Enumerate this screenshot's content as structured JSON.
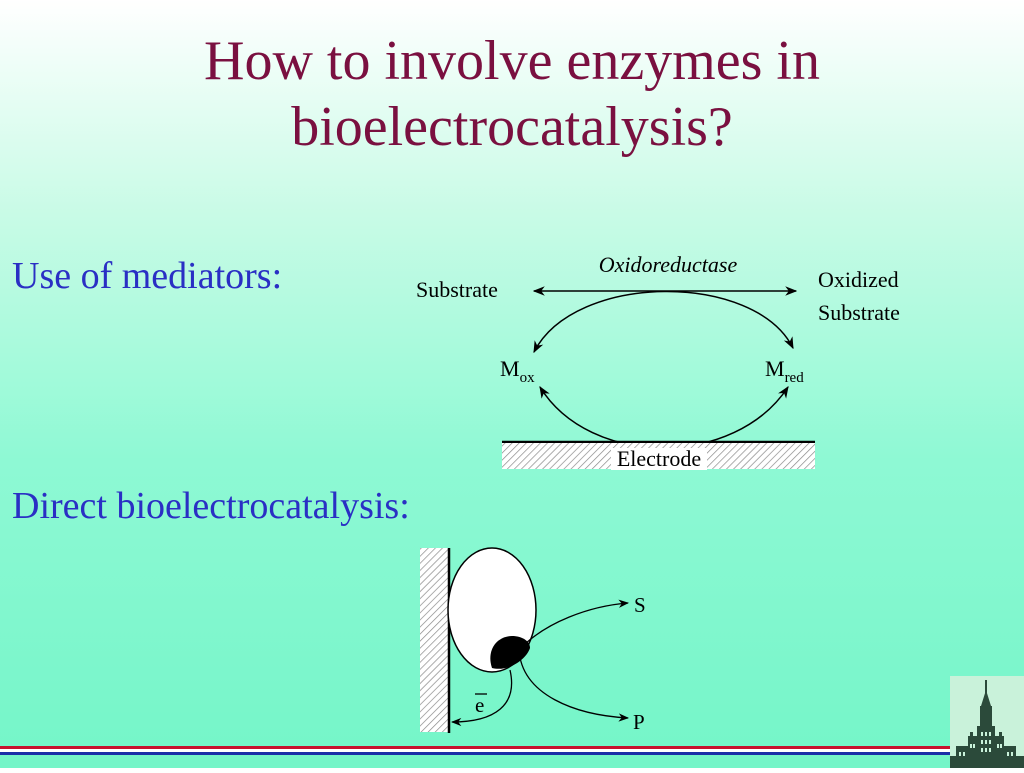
{
  "title": {
    "line1": "How to involve enzymes in",
    "line2": "bioelectrocatalysis?"
  },
  "sections": {
    "mediators": "Use of mediators:",
    "direct": "Direct bioelectrocatalysis:"
  },
  "mediator_scheme": {
    "enzyme": "Oxidoreductase",
    "substrate": "Substrate",
    "oxidized_line1": "Oxidized",
    "oxidized_line2": "Substrate",
    "m_ox_base": "M",
    "m_ox_sub": "ox",
    "m_red_base": "M",
    "m_red_sub": "red",
    "electrode": "Electrode"
  },
  "direct_scheme": {
    "substrate": "S",
    "product": "P",
    "electron": "e"
  },
  "colors": {
    "title": "#7a1040",
    "section_text": "#2a2fc4",
    "footer_red": "#c8102e",
    "footer_blue": "#1a2fa8"
  }
}
